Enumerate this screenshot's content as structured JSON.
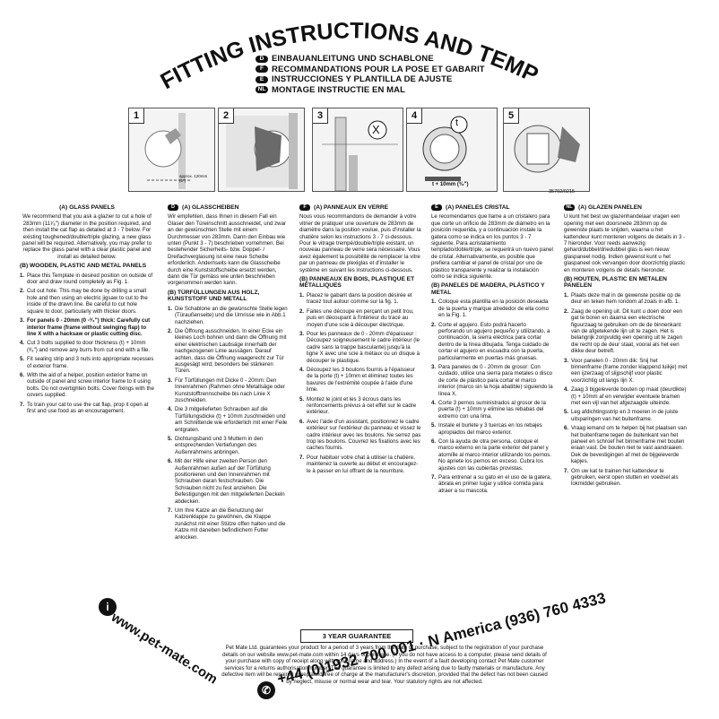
{
  "header": {
    "main_title": "FITTING INSTRUCTIONS AND TEMPLATE",
    "languages": [
      {
        "code": "D",
        "text": "EINBAUANLEITUNG UND SCHABLONE"
      },
      {
        "code": "F",
        "text": "RECOMMANDATIONS POUR LA POSE ET GABARIT"
      },
      {
        "code": "E",
        "text": "INSTRUCCIONES Y PLANTILLA DE AJUSTE"
      },
      {
        "code": "NL",
        "text": "MONTAGE INSTRUCTIE EN MAL"
      }
    ]
  },
  "steps": {
    "numbers": [
      "1",
      "2",
      "3",
      "4",
      "5"
    ],
    "approx_label": "approx. 120mm (5\")",
    "x_label": "X",
    "t_label": "t",
    "t_plus": "t + 10mm (³⁄₈\")",
    "code": "35702/0215"
  },
  "en": {
    "h_a": "(A) GLASS PANELS",
    "p_a": "We recommend that you ask a glazier to cut a hole of 283mm (11¹⁄₈\") diameter in the position required, and then install the cat flap as detailed at 3 - 7 below. For existing toughened/double/triple glazing, a new glass panel will be required. Alternatively, you may prefer to replace the glass panel with a clear plastic panel and install as detailed below.",
    "h_b": "(B) WOODEN, PLASTIC AND METAL PANELS",
    "items": [
      "Place this Template in desired position on outside of door and draw round completely as Fig. 1.",
      "Cut out hole. This may be done by drilling a small hole and then using an electric jigsaw to cut to the inside of the drawn line. Be careful to cut hole square to door, particularly with thicker doors.",
      "For panels 0 - 20mm (0 -³⁄₄\") thick: Carefully cut interior frame (frame without swinging flap) to line X with a hacksaw or plastic cutting disc.",
      "Cut 3 bolts supplied to door thickness (t) + 10mm (³⁄₈\") and remove any burrs from cut end with a file.",
      "Fit sealing strip and 3 nuts into appropriate recesses of exterior frame.",
      "With the aid of a helper, position exterior frame on outside of panel and screw interior frame to it using bolts. Do not overtighten bolts. Cover fixings with the covers supplied.",
      "To train your cat to use the cat flap, prop it open at first and use food as an encouragement."
    ]
  },
  "de": {
    "h_a": "(A) GLASSCHEIBEN",
    "p_a": "Wir empfehlen, dass Ihnen in diesem Fall ein Glaser den Türeinschnitt ausschneidet, und zwar an der gewünschten Stelle mit einem Durchmesser von 283mm. Dann den Einbau wie unten (Punkt 3 - 7) beschrieben vornehmen. Bei bestehender Sicherheits- bzw. Doppel- / Dreifachverglasung ist eine neue Scheibe erforderlich. Andernseits kann die Glasscheibe durch eine Kunststoffscheibe ersetzt werden, dann die Tür gemäss wie unten beschrieben vorgenommen werden kann.",
    "h_b": "(B) TÜRFÜLLUNGEN AUS HOLZ, KUNSTSTOFF UND METALL",
    "items": [
      "Die Schablone an die gewünschte Stelle legen (Türaußenseite) und die Umrisse wie in Abb.1 nachziehen.",
      "Die Öffnung ausschneiden. In einer Ecke ein kleines Loch bohren und dann die Öffnung mit einer elektrischen Laubsäge innerhalb der nachgezogenen Linie aussägen. Darauf achten, dass die Öffnung waagerecht zur Tür ausgesägt wird; besonders bei stärkeren Türen.",
      "Für Türfüllungen mit Dicke 0 - 20mm: Den Innenrahmen (Rahmen ohne Metallsäge oder Kunststofftrennscheibe bis nach Linie X zuschneiden.",
      "Die 3 mitgelieferten Schrauben auf die Türfüllungsdicke (t) + 10mm zuschneiden und am Schnittende wie erforderlich mit einer Feile entgraten.",
      "Dichtungsband und 3 Muttern in den entsprechenden Vertiefungen des Außenrahmens anbringen.",
      "Mit der Hilfe einer zweiten Person den Außenrahmen außen auf der Türfüllung positionieren und den Innenrahmen mit Schrauben daran festschrauben. Die Schrauben nicht zu fest anziehen. Die Befestigungen mit den mitgelieferten Deckeln abdecken.",
      "Um Ihre Katze an die Benutzung der Katzenklappe zu gewöhnen, die Klappe zunächst mit einer Stütze offen halten und die Katze mit daneben befindlichem Futter anlocken."
    ]
  },
  "fr": {
    "h_a": "(A) PANNEAUX EN VERRE",
    "p_a": "Nous vous recommandons de demander à votre vitrier de pratiquer une ouverture de 283mm de diamètre dans la position voulue, puis d'installer la chatière selon les instructions 3 - 7 ci-dessous. Pour le vitrage trempé/double/triple existant, un nouveau panneau de verre sera nécessaire. Vous avez également la possibilité de remplacer la vitre par un panneau de plexiglas et d'installer le système en suivant les instructions ci-dessous.",
    "h_b": "(B) PANNEAUX EN BOIS, PLASTIQUE ET MÉTALLIQUES",
    "items": [
      "Placez le gabarit dans la position désirée et tracez tout autour comme sur la fig. 1.",
      "Faites une découpe en perçant un petit trou, puis en découpant à l'intérieur du tracé au moyen d'une scie à découper électrique.",
      "Pour les panneaux de 0 - 20mm d'épaisseur : Découpez soigneusement le cadre intérieur (le cadre sans la trappe basculante) jusqu'à la ligne X avec une scie à métaux ou un disque à découper le plastique.",
      "Découpez les 3 boulons fournis à l'épaisseur de la porte (t) + 10mm et éliminez toutes les bavures de l'extrémité coupée à l'aide d'une lime.",
      "Montez le joint et les 3 écrous dans les renfoncements prévus à cet effet sur le cadre extérieur.",
      "Avec l'aide d'un assistant, positionnez le cadre extérieur sur l'extérieur du panneau et vissez le cadre intérieur avec les boulons. Ne serrez pas trop les boulons. Couvrez les fixations avec les caches fournis.",
      "Pour habituer votre chat à utiliser la chatière, maintenez la ouverte au début et encouragez-le à passer en lui offrant de la nourriture."
    ]
  },
  "es": {
    "h_a": "(A) PANELES CRISTAL",
    "p_a": "Le recomendamos que llame a un cristalero para que corte un orificio de 283mm de diámetro en la posición requerida, y a continuación instale la gatera como se indica en los puntos 3 - 7 siguiente. Para acristalamiento templado/doble/triple, se requerirá un nuevo panel de cristal. Alternativamente, es posible que prefiera cambiar el panel de cristal por uno de plástico transparente y realizar la instalación como se indica siguiente.",
    "h_b": "(B) PANELES DE MADERA, PLÁSTICO Y METAL",
    "items": [
      "Coloque esta plantilla en la posición deseada de la puerta y marque alrededor de ella como en la Fig. 1.",
      "Corte el agujero. Esto podrá hacerlo perforando un agujero pequeño y utilizando, a continuación, la sierra eléctrica para cortar dentro de la línea dibujada. Tenga cuidado de cortar el agujero en escuadra con la puerta, particularmente en puertas más gruesas.",
      "Para paneles de 0 - 20mm de grosor: Con cuidado, utilice una sierra para metales o disco de corte de plástico para cortar el marco interior (marco sin la hoja abatible) siguiendo la línea X.",
      "Corte 3 pernos suministrados al grosor de la puerta (t) + 10mm y elimine las rebabas del extremo con una lima.",
      "Instale el burlete y 3 tuercas en los rebajes apropiados del marco exterior.",
      "Con la ayuda de otra persona, coloque el marco externo en la parte exterior del panel y atornílle al marco interior utilizando los pernos. No apriete los pernos en exceso. Cubra los ajustes con las cubiertas provistas.",
      "Para entrenar a su gato en el uso de la gatera, ábrala en primer lugar y utilice comida para atraer a su mascota."
    ]
  },
  "nl": {
    "h_a": "(A) GLAZEN PANELEN",
    "p_a": "U kunt het best uw glazenhandelaar vragen een opening met een doorsnede 283mm op de gewenste plaats te snijden, waarna u het kattendeur kunt monteren volgens de details in 3 - 7 hieronder. Voor reeds aanwezig gehard/dubbel/driedubbel glas is een nieuw glaspaneel nodig. Indien gewenst kunt u het glaspaneel ook vervangen door doorzichtig plastic en monteren volgens de details hieronder.",
    "h_b": "(B) HOUTEN, PLASTIC EN METALEN PANELEN",
    "items": [
      "Plaats deze mal in de gewenste positie op de deur en teken hem rondom af zoals in afb. 1.",
      "Zaag de opening uit. Dit kunt u doen door een gat te boren en daarna een electrische figuurzaag te gebruiken om de de binnenkant van de afgetekende lijn uit te zagen. Het is belangrijk zorgvuldig een opening uit te zagen die recht op de deur staat, vooral als het een dikke deur betreft.",
      "Voor panelen 0 - 20mm dik: Snij het binnenframe (frame zonder klappend luikje) met een ijzerzaag of slijpschijf voor plastic voorzichtig uit langs lijn X.",
      "Zaag 3 bijgeleverde bouten op maat (deurdikte) (t) + 10mm af en verwijder eventuele bramen met een vijl van het afgezaagde uiteinde.",
      "Leg afdichtingsstrip en 3 moeren in de juiste uitsparingen van het buitenframe.",
      "Vraag iemand om te helpen bij het plaatsen van het buitenframe tegen de buitenkant van het paneel en schroef het binnenframe met bouten eraan vast. De bouten niet te vast aandraaien. Dek de bevestigingen af met de bijgeleverde kapjes.",
      "Om uw kat te trainen het kattendeur te gebruiken, eerst open stutten en voedsel als lokmiddel gebruiken."
    ]
  },
  "footer": {
    "guarantee_title": "3 YEAR GUARANTEE",
    "guarantee_text": "Pet Mate Ltd. guarantees your product for a period of 3 years from the date of purchase, subject to the registration of your purchase details on our website www.pet-mate.com within 14 days of purchase. (If you do not have access to a computer, please send details of your purchase with copy of receipt along with your name and address.) In the event of a fault developing contact Pet Mate customer services for a returns authorisation number. The guarantee is limited to any defect arising due to faulty materials or manufacture. Any defective item will be repaired or replaced free of charge at the manufacturer's discretion, provided that the defect has not been caused by neglect, misuse or normal wear and tear. Your statutory rights are not affected.",
    "url": "www.pet-mate.com",
    "phone": "+44 (0)1932 700 001 · N America (936) 760 4333",
    "info_icon": "i",
    "phone_icon": "✆"
  }
}
